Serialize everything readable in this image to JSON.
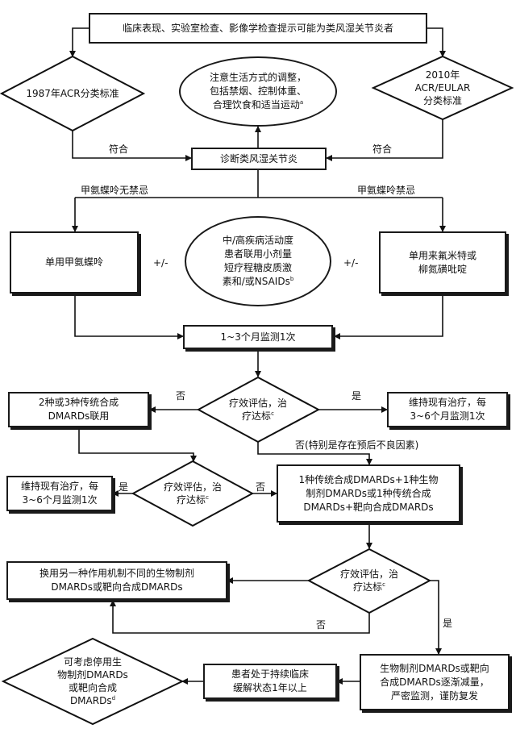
{
  "nodes": {
    "top": "临床表现、实验室检查、影像学检查提示可能为类风湿关节炎者",
    "acr1987": "1987年ACR分类标准",
    "eular2010": "2010年\nACR/EULAR\n分类标准",
    "lifestyle": "注意生活方式的调整，\n包括禁烟、控制体重、\n合理饮食和适当运动",
    "lifestyle_sup": "a",
    "diagnosis": "诊断类风湿关节炎",
    "mtx": "单用甲氨蝶呤",
    "steroid": "中/高疾病活动度\n患者联用小剂量\n短疗程糖皮质激\n素和/或NSAIDs",
    "steroid_sup": "b",
    "leflunomide": "单用来氟米特或\n柳氮磺吡啶",
    "monitor": "1~3个月监测1次",
    "eval1": "疗效评估，治\n疗达标",
    "eval1_sup": "c",
    "combo": "2种或3种传统合成\nDMARDs联用",
    "maintain1": "维持现有治疗，每\n3~6个月监测1次",
    "eval2": "疗效评估，治\n疗达标",
    "eval2_sup": "c",
    "maintain2": "维持现有治疗，每\n3~6个月监测1次",
    "biologic": "1种传统合成DMARDs+1种生物\n制剂DMARDs或1种传统合成\nDMARDs+靶向合成DMARDs",
    "switch": "换用另一种作用机制不同的生物制剂\nDMARDs或靶向合成DMARDs",
    "eval3": "疗效评估，治\n疗达标",
    "eval3_sup": "c",
    "taper": "生物制剂DMARDs或靶向\n合成DMARDs逐渐减量，\n严密监测，谨防复发",
    "remission": "患者处于持续临床\n缓解状态1年以上",
    "stop": "可考虑停用生\n物制剂DMARDs\n或靶向合成\nDMARDs",
    "stop_sup": "d"
  },
  "labels": {
    "meet_left": "符合",
    "meet_right": "符合",
    "mtx_ok": "甲氨蝶呤无禁忌",
    "mtx_contra": "甲氨蝶呤禁忌",
    "plusminus_left": "+/-",
    "plusminus_right": "+/-",
    "no1": "否",
    "yes1": "是",
    "no_prognosis": "否(特别是存在预后不良因素)",
    "yes2": "是",
    "no2": "否",
    "no3": "否",
    "yes3": "是"
  }
}
